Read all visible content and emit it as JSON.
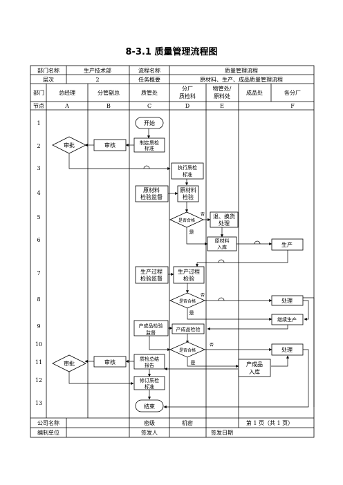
{
  "title": "8-3.1  质量管理流程图",
  "header": {
    "dept_label": "部门名称",
    "dept_value": "生产技术部",
    "proc_label": "流程名称",
    "proc_value": "质量管理流程",
    "level_label": "层次",
    "level_value": "2",
    "task_label": "任务概要",
    "task_value": "原材料、生产、成品质量管理流程"
  },
  "columns": {
    "dept": "部门",
    "a": "总经理",
    "b": "分管副总",
    "c": "质管处",
    "d1": "分厂",
    "d2": "质检科",
    "e1": "物管处/",
    "e2": "原料处",
    "f_pre": "成品处",
    "f": "各分厂"
  },
  "nodes_row": {
    "label": "节点",
    "a": "A",
    "b": "B",
    "c": "C",
    "d": "D",
    "e": "E",
    "f": "F"
  },
  "rows": [
    "1",
    "2",
    "3",
    "4",
    "5",
    "6",
    "7",
    "8",
    "9",
    "10",
    "11",
    "12",
    "13"
  ],
  "boxes": {
    "start": "开始",
    "approve1": "审批",
    "review1": "审核",
    "make_std_1": "制定质检",
    "make_std_2": "标准",
    "exec_std_1": "执行质检",
    "exec_std_2": "标准",
    "raw_sup_1": "原材料",
    "raw_sup_2": "检验监督",
    "raw_chk_1": "原材料",
    "raw_chk_2": "检验",
    "pass1": "是否合格",
    "no1": "否",
    "yes1": "是",
    "return_1": "退、换货",
    "return_2": "处理",
    "raw_in_1": "原材料",
    "raw_in_2": "入库",
    "production": "生产",
    "prod_sup_1": "生产过程",
    "prod_sup_2": "检验监督",
    "prod_chk_1": "生产过程",
    "prod_chk_2": "检验",
    "pass2": "是否合格",
    "no2": "否",
    "yes2": "是",
    "handle1": "处理",
    "continue": "继续生产",
    "fin_sup_1": "产成品检验",
    "fin_sup_2": "监督",
    "fin_chk": "产成品检验",
    "pass3": "是否合格",
    "no3": "否",
    "yes3": "是",
    "handle2": "处理",
    "approve2": "审批",
    "review2": "审核",
    "summary_1": "质检总结",
    "summary_2": "报告",
    "fin_in_1": "产成品",
    "fin_in_2": "入库",
    "revise_1": "修订质检",
    "revise_2": "标准",
    "end": "结束"
  },
  "footer": {
    "company_label": "公司名称",
    "secret_label": "密级",
    "secret_value": "机密",
    "page_text": "第 1 页（共 1 页）",
    "unit_label": "编制单位",
    "issuer_label": "签发人",
    "date_label": "签发日期"
  }
}
